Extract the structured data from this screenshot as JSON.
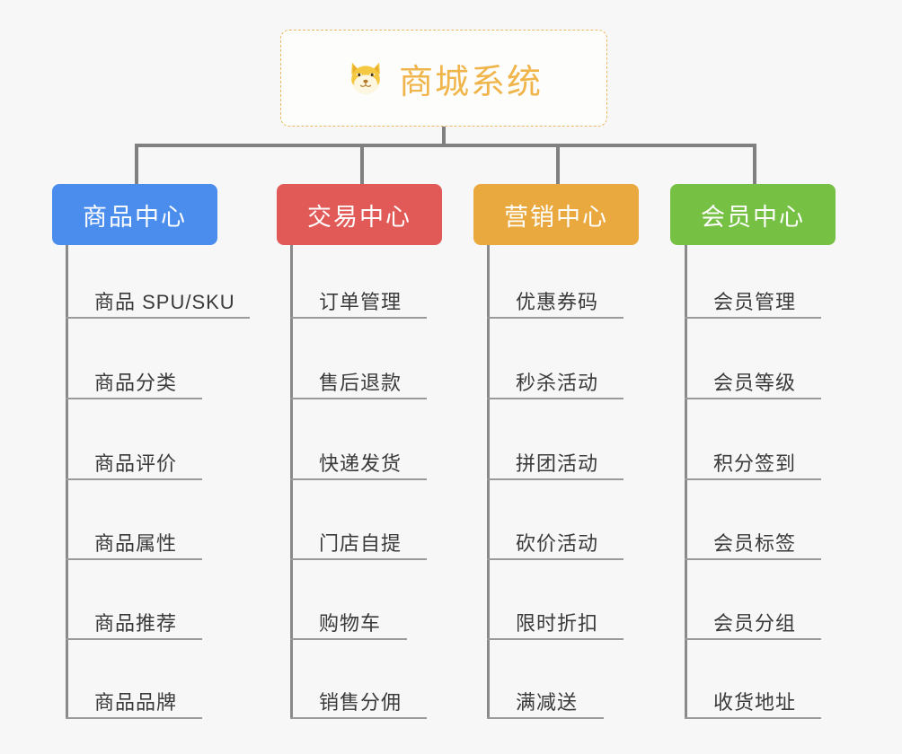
{
  "page": {
    "background_color": "#f7f7f7",
    "title": "商城系统 功能架构图"
  },
  "root": {
    "label": "商城系统",
    "icon": "dog-face-emoji",
    "emoji": "🐶",
    "text_color": "#f0b54a",
    "border_color": "#e8b861"
  },
  "columns": [
    {
      "id": "product-center",
      "label": "商品中心",
      "color": "#4a8ded",
      "items": [
        "商品 SPU/SKU",
        "商品分类",
        "商品评价",
        "商品属性",
        "商品推荐",
        "商品品牌"
      ]
    },
    {
      "id": "trade-center",
      "label": "交易中心",
      "color": "#e15a57",
      "items": [
        "订单管理",
        "售后退款",
        "快递发货",
        "门店自提",
        "购物车",
        "销售分佣"
      ]
    },
    {
      "id": "marketing-center",
      "label": "营销中心",
      "color": "#e9a93e",
      "items": [
        "优惠券码",
        "秒杀活动",
        "拼团活动",
        "砍价活动",
        "限时折扣",
        "满减送"
      ]
    },
    {
      "id": "member-center",
      "label": "会员中心",
      "color": "#76c043",
      "items": [
        "会员管理",
        "会员等级",
        "积分签到",
        "会员标签",
        "会员分组",
        "收货地址"
      ]
    }
  ]
}
